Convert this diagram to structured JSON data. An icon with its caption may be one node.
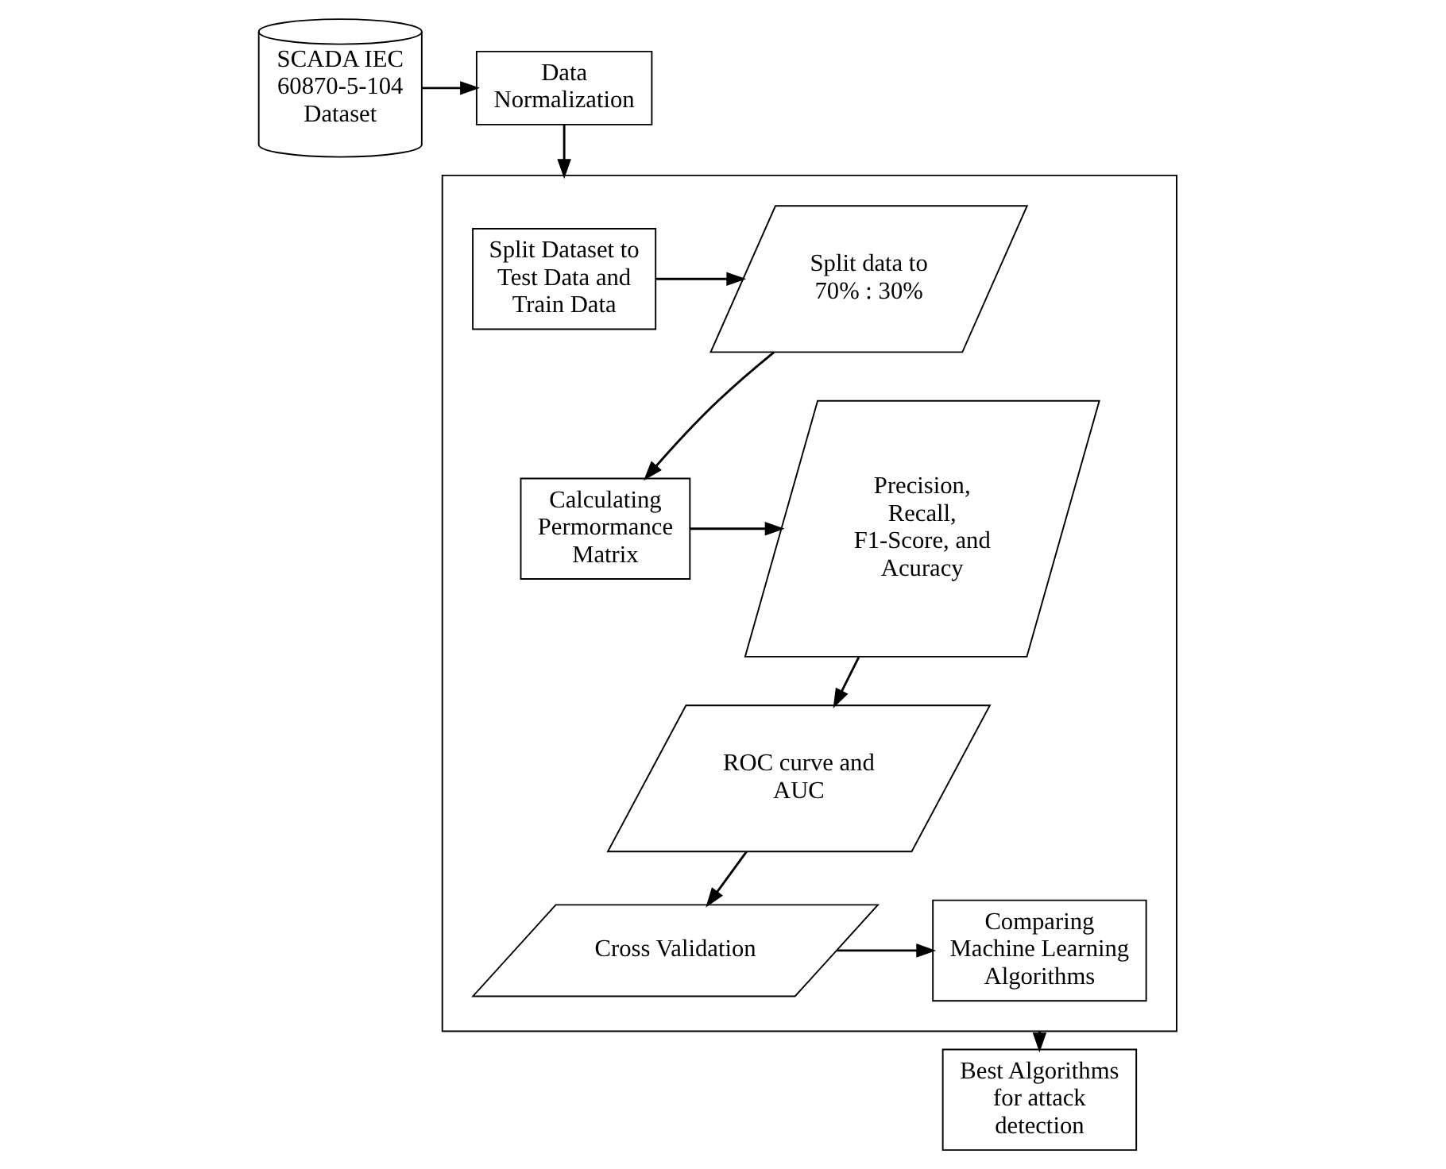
{
  "diagram": {
    "nodes": [
      {
        "text": [
          "SCADA IEC 60870-5-104 Dataset"
        ]
      },
      {
        "text": [
          "Data Normalization"
        ]
      },
      {
        "text": [],
        "shape": "box"
      },
      {
        "text": [
          "Split Dataset to Test Data and Train Data"
        ],
        "in": 2
      },
      {
        "text": [
          "Split data to 70% : 30%"
        ],
        "in": 2
      },
      {
        "text": [
          "Calculating Permormance Matrix"
        ],
        "in": 2
      },
      {
        "text": [
          "Precision, Recall, F1-Score, and Acuracy"
        ],
        "in": 2
      },
      {
        "text": [
          "ROC curve and AUC"
        ],
        "in": 2
      },
      {
        "text": [
          "Cross Validation"
        ],
        "in": 2
      },
      {
        "text": [
          "Comparing Machine Learning Algorithms"
        ],
        "in": 2
      },
      {
        "text": [
          "Best Algorithms for attack detection"
        ]
      }
    ],
    "edges": [
      {
        "from": 0,
        "to": 1,
        "arrow": "to"
      },
      {
        "from": 1,
        "to": 2,
        "arrow": "to"
      },
      {
        "from": 3,
        "to": 4,
        "arrow": "to"
      },
      {
        "from": 4,
        "to": 5,
        "arrow": "to"
      },
      {
        "from": 5,
        "to": 6,
        "arrow": "to"
      },
      {
        "from": 6,
        "to": 7,
        "arrow": "to"
      },
      {
        "from": 7,
        "to": 8,
        "arrow": "to"
      },
      {
        "from": 8,
        "to": 9,
        "arrow": "to"
      },
      {
        "from": 2,
        "to": 10,
        "arrow": "to"
      }
    ]
  }
}
